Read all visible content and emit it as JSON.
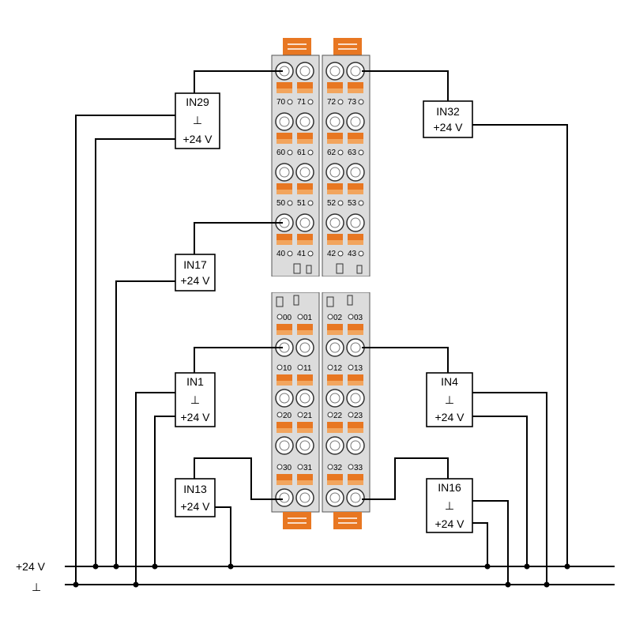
{
  "rails": {
    "plus_label": "+24 V",
    "ground_symbol": "⊥"
  },
  "modules": {
    "upper_rows": [
      [
        "70",
        "71",
        "72",
        "73"
      ],
      [
        "60",
        "61",
        "62",
        "63"
      ],
      [
        "50",
        "51",
        "52",
        "53"
      ],
      [
        "40",
        "41",
        "42",
        "43"
      ]
    ],
    "lower_rows": [
      [
        "00",
        "01",
        "02",
        "03"
      ],
      [
        "10",
        "11",
        "12",
        "13"
      ],
      [
        "20",
        "21",
        "22",
        "23"
      ],
      [
        "30",
        "31",
        "32",
        "33"
      ]
    ]
  },
  "devices": [
    {
      "id": "in29",
      "name": "IN29",
      "lines": [
        "IN29",
        "⊥",
        "+24 V"
      ]
    },
    {
      "id": "in32",
      "name": "IN32",
      "lines": [
        "IN32",
        "+24 V"
      ]
    },
    {
      "id": "in17",
      "name": "IN17",
      "lines": [
        "IN17",
        "+24 V"
      ]
    },
    {
      "id": "in1",
      "name": "IN1",
      "lines": [
        "IN1",
        "⊥",
        "+24 V"
      ]
    },
    {
      "id": "in4",
      "name": "IN4",
      "lines": [
        "IN4",
        "⊥",
        "+24 V"
      ]
    },
    {
      "id": "in13",
      "name": "IN13",
      "lines": [
        "IN13",
        "+24 V"
      ]
    },
    {
      "id": "in16",
      "name": "IN16",
      "lines": [
        "IN16",
        "⊥",
        "+24 V"
      ]
    }
  ]
}
